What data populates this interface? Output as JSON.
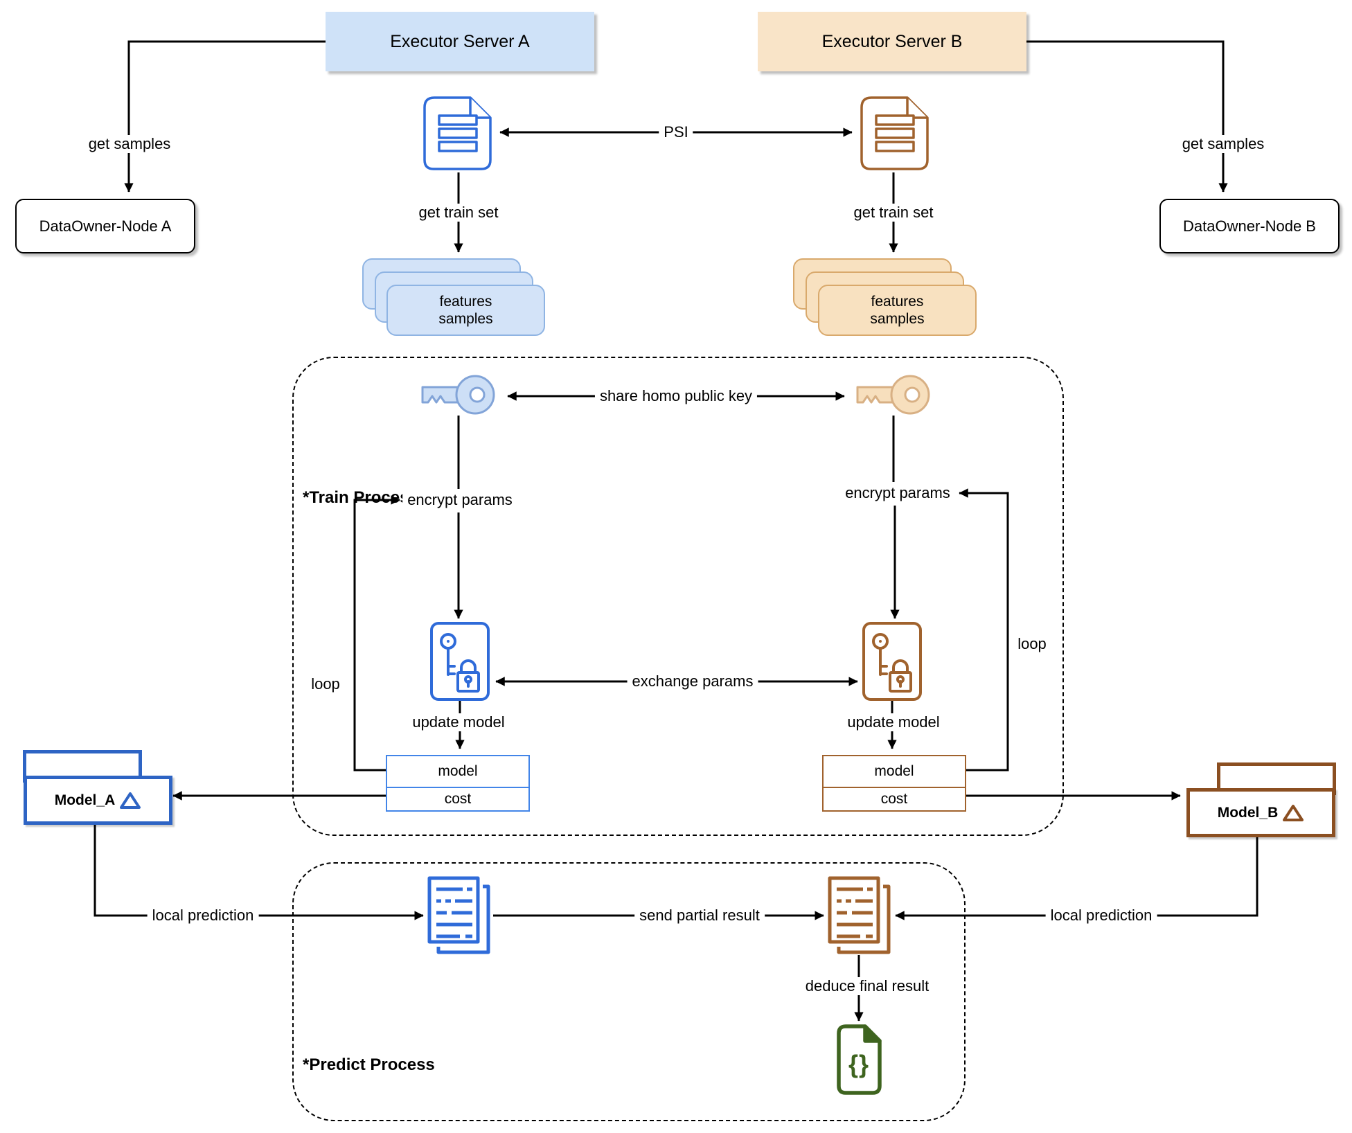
{
  "servers": {
    "a": "Executor Server A",
    "b": "Executor Server B"
  },
  "data_owners": {
    "a": "DataOwner-Node A",
    "b": "DataOwner-Node B"
  },
  "features_card": {
    "line1": "features",
    "line2": "samples"
  },
  "edges": {
    "get_samples": "get samples",
    "psi": "PSI",
    "get_train_set": "get train set",
    "share_key": "share homo public key",
    "encrypt_params": "encrypt params",
    "loop": "loop",
    "exchange_params": "exchange params",
    "update_model": "update model",
    "local_prediction": "local prediction",
    "send_partial": "send partial result",
    "deduce_final": "deduce final result"
  },
  "process": {
    "train": "*Train Process",
    "predict": "*Predict Process"
  },
  "model_table": {
    "model": "model",
    "cost": "cost"
  },
  "models": {
    "a": "Model_A",
    "b": "Model_B"
  },
  "icons": {
    "document": "document-icon",
    "key": "key-icon",
    "key_lock": "key-lock-icon",
    "report_stack": "report-stack-icon",
    "json_file": "json-file-icon",
    "triangle": "triangle-icon",
    "json_glyph": "{}"
  },
  "colors": {
    "blue_fill": "#cfe2f8",
    "blue_card": "#d3e3f8",
    "blue_card_border": "#8fb4e3",
    "blue_icon": "#2f6bd9",
    "blue_table": "#4285e8",
    "blue_model": "#2e64c4",
    "blue_key_fill": "#cddff6",
    "blue_key_stroke": "#82a4d8",
    "tan_fill": "#f9e4c8",
    "tan_card": "#f8e1c0",
    "tan_card_border": "#d9a96c",
    "brown_icon": "#a0622d",
    "brown_table": "#a0622d",
    "brown_model": "#8b4f21",
    "tan_key_fill": "#f7dfbd",
    "tan_key_stroke": "#d8b084",
    "green_icon": "#3e641f",
    "line": "#000000"
  }
}
